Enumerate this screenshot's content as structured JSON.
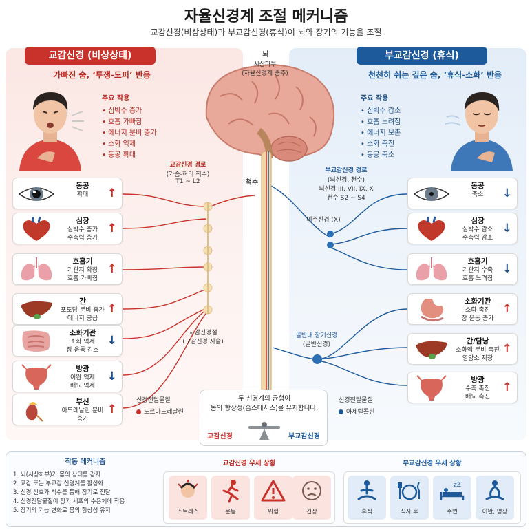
{
  "header": {
    "title": "자율신경계 조절 메커니즘",
    "subtitle": "교감신경(비상상태)과 부교감신경(휴식)이 뇌와 장기의 기능을 조절"
  },
  "sympathetic": {
    "title": "교감신경 (비상상태)",
    "subtitle": "가빠진 숨, ‘투쟁-도피’ 반응",
    "effects_heading": "주요 작용",
    "effects": [
      "심박수 증가",
      "호흡 가빠짐",
      "에너지 분비 증가",
      "소화 억제",
      "동공 확대"
    ],
    "organs": [
      {
        "name": "동공",
        "lines": [
          "확대"
        ],
        "arrow": "up",
        "icon": "eye-icon"
      },
      {
        "name": "심장",
        "lines": [
          "심박수 증가",
          "수축력 증가"
        ],
        "arrow": "up",
        "icon": "heart-icon"
      },
      {
        "name": "호흡기",
        "lines": [
          "기관지 확장",
          "호흡 가빠짐"
        ],
        "arrow": "up",
        "icon": "lungs-icon"
      },
      {
        "name": "간",
        "lines": [
          "포도당 분비 증가",
          "에너지 공급"
        ],
        "arrow": "up",
        "icon": "liver-icon"
      },
      {
        "name": "소화기관",
        "lines": [
          "소화 억제",
          "장 운동 감소"
        ],
        "arrow": "down",
        "icon": "intestine-icon"
      },
      {
        "name": "방광",
        "lines": [
          "이완 억제",
          "배뇨 억제"
        ],
        "arrow": "down",
        "icon": "bladder-icon"
      },
      {
        "name": "부신",
        "lines": [
          "아드레날린 분비",
          "증가"
        ],
        "arrow": "up",
        "icon": "adrenal-icon"
      }
    ],
    "pathway_title": "교감신경 경로",
    "pathway_sub": "(가슴-허리 척수)",
    "pathway_range": "T1 ~ L2",
    "ganglion_title": "교감신경절",
    "ganglion_sub": "(교감신경 사슬)",
    "legend_title": "신경전달물질",
    "legend_item": "노르아드레날린",
    "color": "#c8322b"
  },
  "parasympathetic": {
    "title": "부교감신경 (휴식)",
    "subtitle": "천천히 쉬는 깊은 숨, ‘휴식-소화’ 반응",
    "effects_heading": "주요 작용",
    "effects": [
      "심박수 감소",
      "호흡 느려짐",
      "에너지 보존",
      "소화 촉진",
      "동공 축소"
    ],
    "organs": [
      {
        "name": "동공",
        "lines": [
          "축소"
        ],
        "arrow": "down",
        "icon": "eye-icon"
      },
      {
        "name": "심장",
        "lines": [
          "심박수 감소",
          "수축력 감소"
        ],
        "arrow": "down",
        "icon": "heart-icon"
      },
      {
        "name": "호흡기",
        "lines": [
          "기관지 수축",
          "호흡 느려짐"
        ],
        "arrow": "down",
        "icon": "lungs-icon"
      },
      {
        "name": "소화기관",
        "lines": [
          "소화 촉진",
          "장 운동 증가"
        ],
        "arrow": "up",
        "icon": "stomach-icon"
      },
      {
        "name": "간/담낭",
        "lines": [
          "소화액 분비 촉진",
          "영양소 저장"
        ],
        "arrow": "up",
        "icon": "liver-icon"
      },
      {
        "name": "방광",
        "lines": [
          "수축 촉진",
          "배뇨 촉진"
        ],
        "arrow": "up",
        "icon": "bladder-icon"
      }
    ],
    "pathway_title": "부교감신경 경로",
    "pathway_sub": "(뇌신경, 천수)",
    "pathway_line1": "뇌신경 III, VII, IX, X",
    "pathway_line2": "천수 S2 ~ S4",
    "vagus": "미주신경 (X)",
    "pelvic_title": "골반내 장기신경",
    "pelvic_sub": "(골반신경)",
    "legend_title": "신경전달물질",
    "legend_item": "아세틸콜린",
    "color": "#1d5a9c"
  },
  "center": {
    "brain_label": "뇌",
    "hypothalamus": "시상하부",
    "hypothalamus_sub": "(자율신경계 중추)",
    "spinal": "척수"
  },
  "balance": {
    "line1": "두 신경계의 균형이",
    "line2": "몸의 항상성(홈스테시스)을 유지합니다.",
    "left": "교감신경",
    "right": "부교감신경"
  },
  "bottom": {
    "mechanism_title": "작동 메커니즘",
    "steps": [
      "1.  뇌(시상하부)가 몸의 상태를 감지",
      "2.  교감 또는 부교감 신경계를 활성화",
      "3.  신경 신호가 척수를 통해 장기로 전달",
      "4.  신경전달물질이 장기 세포의 수용체에 작용",
      "5.  장기의 기능 변화로 몸의 항상성 유지"
    ],
    "symp_title": "교감신경 우세 상황",
    "symp_items": [
      {
        "label": "스트레스",
        "icon": "stress-icon"
      },
      {
        "label": "운동",
        "icon": "running-icon"
      },
      {
        "label": "위험",
        "icon": "warning-icon"
      },
      {
        "label": "긴장",
        "icon": "anxious-face-icon"
      }
    ],
    "para_title": "부교감신경 우세 상황",
    "para_items": [
      {
        "label": "휴식",
        "icon": "meditation-icon"
      },
      {
        "label": "식사 후",
        "icon": "meal-icon"
      },
      {
        "label": "수면",
        "icon": "sleep-icon"
      },
      {
        "label": "이완, 명상",
        "icon": "relax-icon"
      }
    ]
  },
  "colors": {
    "symp_red": "#c8322b",
    "para_blue": "#1d5a9c",
    "spine": "#f3d6a6"
  }
}
